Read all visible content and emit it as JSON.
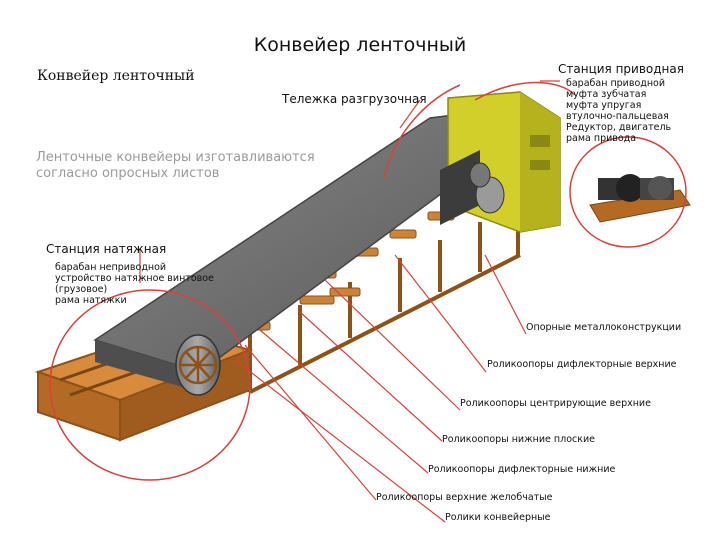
{
  "slide_title": "Конвейер ленточный",
  "image": {
    "heading": "Конвейер ленточный",
    "intro": [
      "Ленточные конвейеры изготавливаются",
      "согласно опросных листов"
    ],
    "trolley_label": "Тележка разгрузочная",
    "tension_station": {
      "title": "Станция натяжная",
      "items": [
        "барабан неприводной",
        "устройство натяжное винтовое",
        "(грузовое)",
        "рама натяжки"
      ]
    },
    "drive_station": {
      "title": "Станция приводная",
      "items": [
        "барабан приводной",
        "муфта зубчатая",
        "муфта упругая",
        "втулочно-пальцевая",
        "Редуктор, двигатель",
        "рама привода"
      ]
    },
    "callouts": [
      "Опорные металлоконструкции",
      "Роликоопоры дифлекторные верхние",
      "Роликоопоры центрирующие верхние",
      "Роликоопоры нижние плоские",
      "Роликоопоры дифлекторные нижние",
      "Роликоопоры верхние желобчатые",
      "Ролики конвейерные"
    ]
  },
  "colors": {
    "leader": "#d9413a",
    "belt": "#6c6c6c",
    "frame": "#b46a24",
    "drive_house": "#c7c21c",
    "motor": "#2f2f2f"
  }
}
